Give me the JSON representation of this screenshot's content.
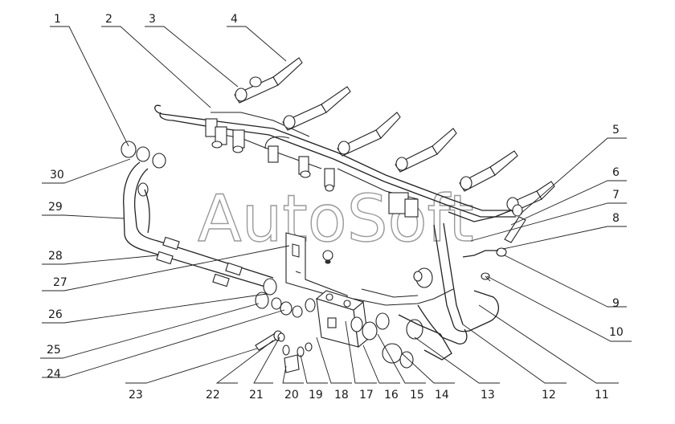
{
  "watermark": "AutoSoft",
  "callouts": [
    {
      "id": "c1",
      "label": "1"
    },
    {
      "id": "c2",
      "label": "2"
    },
    {
      "id": "c3",
      "label": "3"
    },
    {
      "id": "c4",
      "label": "4"
    },
    {
      "id": "c5",
      "label": "5"
    },
    {
      "id": "c6",
      "label": "6"
    },
    {
      "id": "c7",
      "label": "7"
    },
    {
      "id": "c8",
      "label": "8"
    },
    {
      "id": "c9",
      "label": "9"
    },
    {
      "id": "c10",
      "label": "10"
    },
    {
      "id": "c11",
      "label": "11"
    },
    {
      "id": "c12",
      "label": "12"
    },
    {
      "id": "c13",
      "label": "13"
    },
    {
      "id": "c14",
      "label": "14"
    },
    {
      "id": "c15",
      "label": "15"
    },
    {
      "id": "c16",
      "label": "16"
    },
    {
      "id": "c17",
      "label": "17"
    },
    {
      "id": "c18",
      "label": "18"
    },
    {
      "id": "c19",
      "label": "19"
    },
    {
      "id": "c20",
      "label": "20"
    },
    {
      "id": "c21",
      "label": "21"
    },
    {
      "id": "c22",
      "label": "22"
    },
    {
      "id": "c23",
      "label": "23"
    },
    {
      "id": "c24",
      "label": "24"
    },
    {
      "id": "c25",
      "label": "25"
    },
    {
      "id": "c26",
      "label": "26"
    },
    {
      "id": "c27",
      "label": "27"
    },
    {
      "id": "c28",
      "label": "28"
    },
    {
      "id": "c29",
      "label": "29"
    },
    {
      "id": "c30",
      "label": "30"
    }
  ]
}
